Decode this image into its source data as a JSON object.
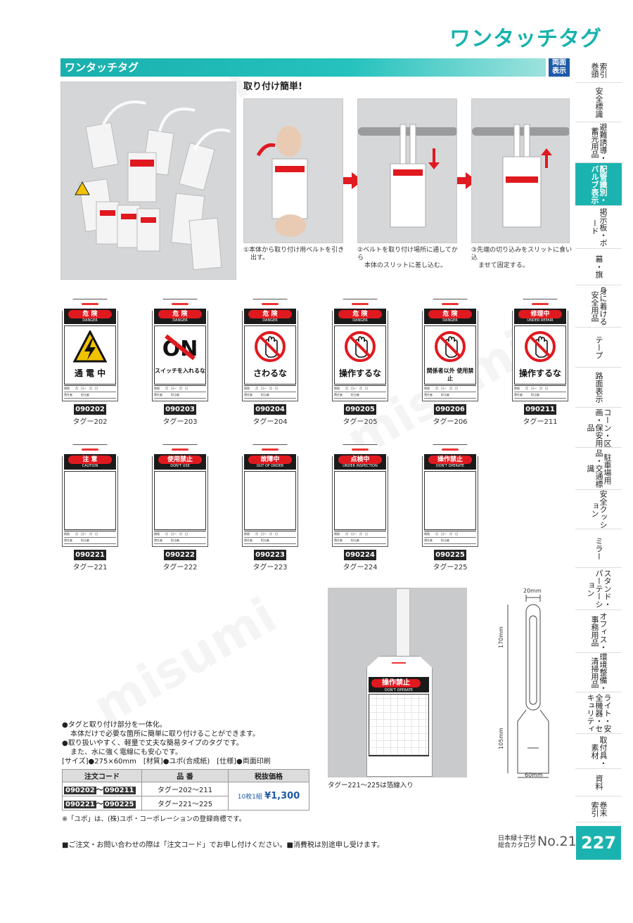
{
  "header": {
    "page_title": "ワンタッチタグ",
    "section_title": "ワンタッチタグ",
    "ryomen_1": "両面",
    "ryomen_2": "表示"
  },
  "install": {
    "title": "取り付け簡単!",
    "steps": [
      {
        "caption_1": "①本体から取り付け用ベルトを引き",
        "caption_2": "出す。"
      },
      {
        "caption_1": "②ベルトを取り付け場所に通してから",
        "caption_2": "本体のスリットに差し込む。"
      },
      {
        "caption_1": "③先端の切り込みをスリットに食い込",
        "caption_2": "ませて固定する。"
      }
    ]
  },
  "tags_row1": [
    {
      "code": "090202",
      "name": "タグー202",
      "pill": "危 険",
      "eng": "DANGER",
      "word": "通 電 中",
      "icon": "lightning-warning-icon"
    },
    {
      "code": "090203",
      "name": "タグー203",
      "pill": "危 険",
      "eng": "DANGER",
      "word": "スイッチを入れるな",
      "icon": "on-crossed-icon"
    },
    {
      "code": "090204",
      "name": "タグー204",
      "pill": "危 険",
      "eng": "DANGER",
      "word": "さわるな",
      "icon": "no-touch-hand-icon"
    },
    {
      "code": "090205",
      "name": "タグー205",
      "pill": "危 険",
      "eng": "DANGER",
      "word": "操作するな",
      "icon": "no-touch-hand-icon"
    },
    {
      "code": "090206",
      "name": "タグー206",
      "pill": "危 険",
      "eng": "DANGER",
      "word": "関係者以外 使用禁止",
      "icon": "no-touch-hand-icon"
    },
    {
      "code": "090211",
      "name": "タグー211",
      "pill": "修理中",
      "eng": "UNDER REPAIR",
      "word": "操作するな",
      "icon": "no-touch-hand-icon"
    }
  ],
  "tags_row2": [
    {
      "code": "090221",
      "name": "タグー221",
      "pill": "注 意",
      "eng": "CAUTION"
    },
    {
      "code": "090222",
      "name": "タグー222",
      "pill": "使用禁止",
      "eng": "DON'T USE"
    },
    {
      "code": "090223",
      "name": "タグー223",
      "pill": "故障中",
      "eng": "OUT OF ORDER"
    },
    {
      "code": "090224",
      "name": "タグー224",
      "pill": "点検中",
      "eng": "UNDER INSPECTION"
    },
    {
      "code": "090225",
      "name": "タグー225",
      "pill": "操作禁止",
      "eng": "DON'T OPERATE"
    }
  ],
  "tag_lines": {
    "l1": "期限　　月　日〜　月　日",
    "l2": "責任者　　　担当者"
  },
  "sample": {
    "pill": "操作禁止",
    "eng": "DON'T OPERATE",
    "caption": "タグー221〜225は箔線入り"
  },
  "dims": {
    "top": "20mm",
    "upper": "170mm",
    "lower": "105mm",
    "bottom": "60mm"
  },
  "features": {
    "b1": "●タグと取り付け部分を一体化。",
    "b1b": "本体だけで必要な箇所に簡単に取り付けることができます。",
    "b2": "●取り扱いやすく、軽量で丈夫な簡易タイプのタグです。",
    "b2b": "また、水に強く電線にも安心です。",
    "spec": "[サイズ]●275×60mm　[材質]●ユポ(合成紙)　[仕様]●両面印刷"
  },
  "table": {
    "h_code": "注文コード",
    "h_part": "品 番",
    "h_price": "税抜価格",
    "r1_from": "090202",
    "r1_to": "090211",
    "r1_part": "タグー202〜211",
    "r2_from": "090221",
    "r2_to": "090225",
    "r2_part": "タグー221〜225",
    "tilde": "〜",
    "unit": "10枚1組",
    "price": "¥1,300"
  },
  "footnote": "※「ユポ」は、(株)ユポ・コーポレーションの登録商標です。",
  "footer": {
    "order_note": "■ご注文・お問い合わせの際は「注文コード」でお申し付けください。■消費税は別途申し受けます。",
    "publisher_1": "日本緑十字社",
    "publisher_2": "総合カタログ",
    "catalog_no": "No.21",
    "page_no": "227"
  },
  "watermark": "misumi",
  "sidebar": [
    {
      "label": "索引 巻頭"
    },
    {
      "label": "安全標識"
    },
    {
      "label": "避難誘導・蓄光用品"
    },
    {
      "label": "配管識別・バルブ表示"
    },
    {
      "label": "掲示板・ボード"
    },
    {
      "label": "幕・旗"
    },
    {
      "label": "身に着ける安全用品"
    },
    {
      "label": "テープ"
    },
    {
      "label": "路面表示"
    },
    {
      "label": "コーン・区画・保安用品"
    },
    {
      "label": "駐車場用品・交通標識"
    },
    {
      "label": "安全クッション"
    },
    {
      "label": "ミラー"
    },
    {
      "label": "スタンド・パーテーション"
    },
    {
      "label": "オフィス・事務用品"
    },
    {
      "label": "環境整備・清掃用品"
    },
    {
      "label": "ライト・安全機器・セキュリティ"
    },
    {
      "label": "取付具・素材"
    },
    {
      "label": "資料"
    },
    {
      "label": "巻末 索引"
    }
  ]
}
